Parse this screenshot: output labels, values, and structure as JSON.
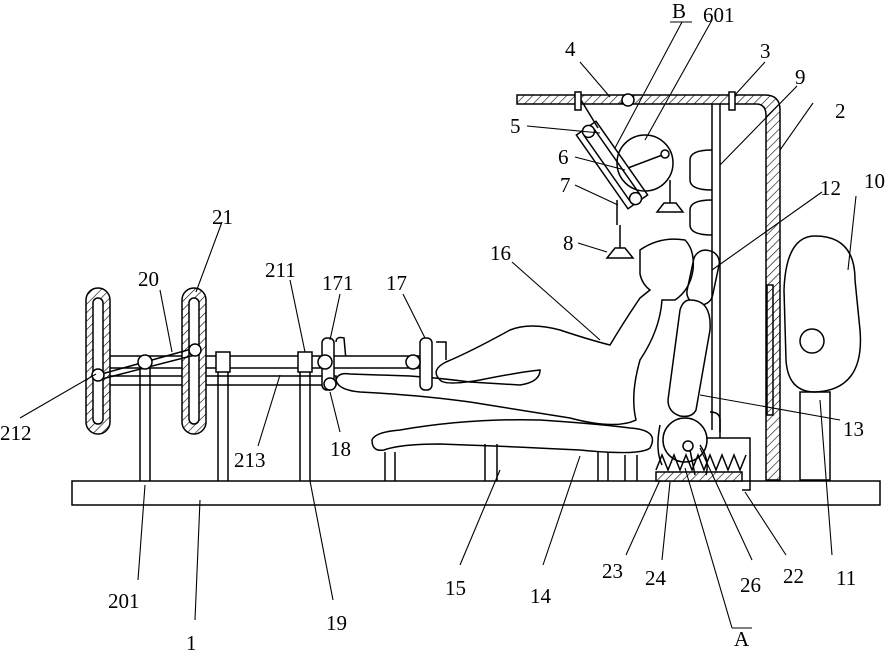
{
  "labels": {
    "l1": "1",
    "l2": "2",
    "l3": "3",
    "l4": "4",
    "l5": "5",
    "l6": "6",
    "l601": "601",
    "l7": "7",
    "l8": "8",
    "l9": "9",
    "l10": "10",
    "l11": "11",
    "l12": "12",
    "l13": "13",
    "l14": "14",
    "l15": "15",
    "l16": "16",
    "l17": "17",
    "l171": "171",
    "l18": "18",
    "l19": "19",
    "l20": "20",
    "l201": "201",
    "l21": "21",
    "l211": "211",
    "l212": "212",
    "l213": "213",
    "l22": "22",
    "l23": "23",
    "l24": "24",
    "l26": "26",
    "lA": "A",
    "lB": "B"
  }
}
